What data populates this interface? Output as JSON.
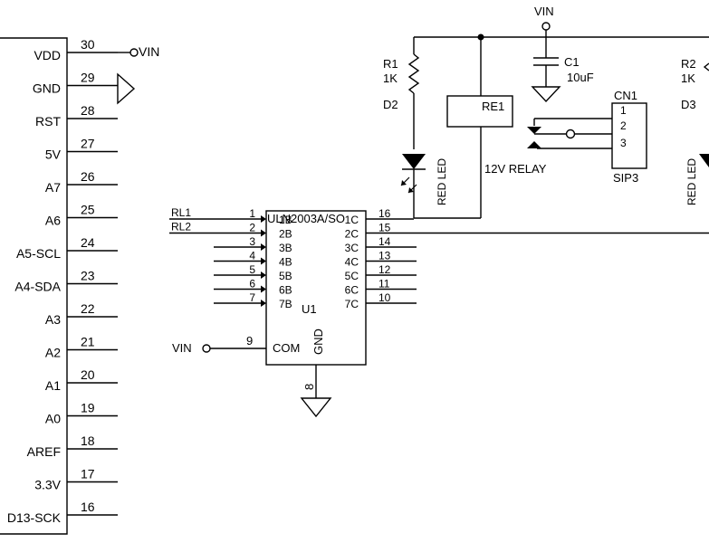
{
  "vin_labels": [
    "VIN",
    "VIN",
    "VIN"
  ],
  "arduino_header": {
    "pins": [
      {
        "num": "30",
        "name": "VDD"
      },
      {
        "num": "29",
        "name": "GND"
      },
      {
        "num": "28",
        "name": "RST"
      },
      {
        "num": "27",
        "name": "5V"
      },
      {
        "num": "26",
        "name": "A7"
      },
      {
        "num": "25",
        "name": "A6"
      },
      {
        "num": "24",
        "name": "A5-SCL"
      },
      {
        "num": "23",
        "name": "A4-SDA"
      },
      {
        "num": "22",
        "name": "A3"
      },
      {
        "num": "21",
        "name": "A2"
      },
      {
        "num": "20",
        "name": "A1"
      },
      {
        "num": "19",
        "name": "A0"
      },
      {
        "num": "18",
        "name": "AREF"
      },
      {
        "num": "17",
        "name": "3.3V"
      },
      {
        "num": "16",
        "name": "D13-SCK"
      }
    ]
  },
  "uln": {
    "part": "ULN2003A/SO",
    "ref": "U1",
    "inputs": [
      {
        "num": "1",
        "name": "1B",
        "net": "RL1"
      },
      {
        "num": "2",
        "name": "2B",
        "net": "RL2"
      },
      {
        "num": "3",
        "name": "3B",
        "net": ""
      },
      {
        "num": "4",
        "name": "4B",
        "net": ""
      },
      {
        "num": "5",
        "name": "5B",
        "net": ""
      },
      {
        "num": "6",
        "name": "6B",
        "net": ""
      },
      {
        "num": "7",
        "name": "7B",
        "net": ""
      }
    ],
    "outputs": [
      {
        "num": "16",
        "name": "1C"
      },
      {
        "num": "15",
        "name": "2C"
      },
      {
        "num": "14",
        "name": "3C"
      },
      {
        "num": "13",
        "name": "4C"
      },
      {
        "num": "12",
        "name": "5C"
      },
      {
        "num": "11",
        "name": "6C"
      },
      {
        "num": "10",
        "name": "7C"
      }
    ],
    "com_pin": "9",
    "com_label": "COM",
    "gnd_pin": "8",
    "gnd_label": "GND"
  },
  "r1": {
    "ref": "R1",
    "value": "1K"
  },
  "r2": {
    "ref": "R2",
    "value": "1K"
  },
  "d2": {
    "ref": "D2",
    "type": "RED LED"
  },
  "d3": {
    "ref": "D3",
    "type": "RED LED"
  },
  "c1": {
    "ref": "C1",
    "value": "10uF"
  },
  "re1": {
    "ref": "RE1",
    "type": "12V RELAY"
  },
  "cn1": {
    "ref": "CN1",
    "part": "SIP3",
    "pins": [
      "1",
      "2",
      "3"
    ]
  }
}
